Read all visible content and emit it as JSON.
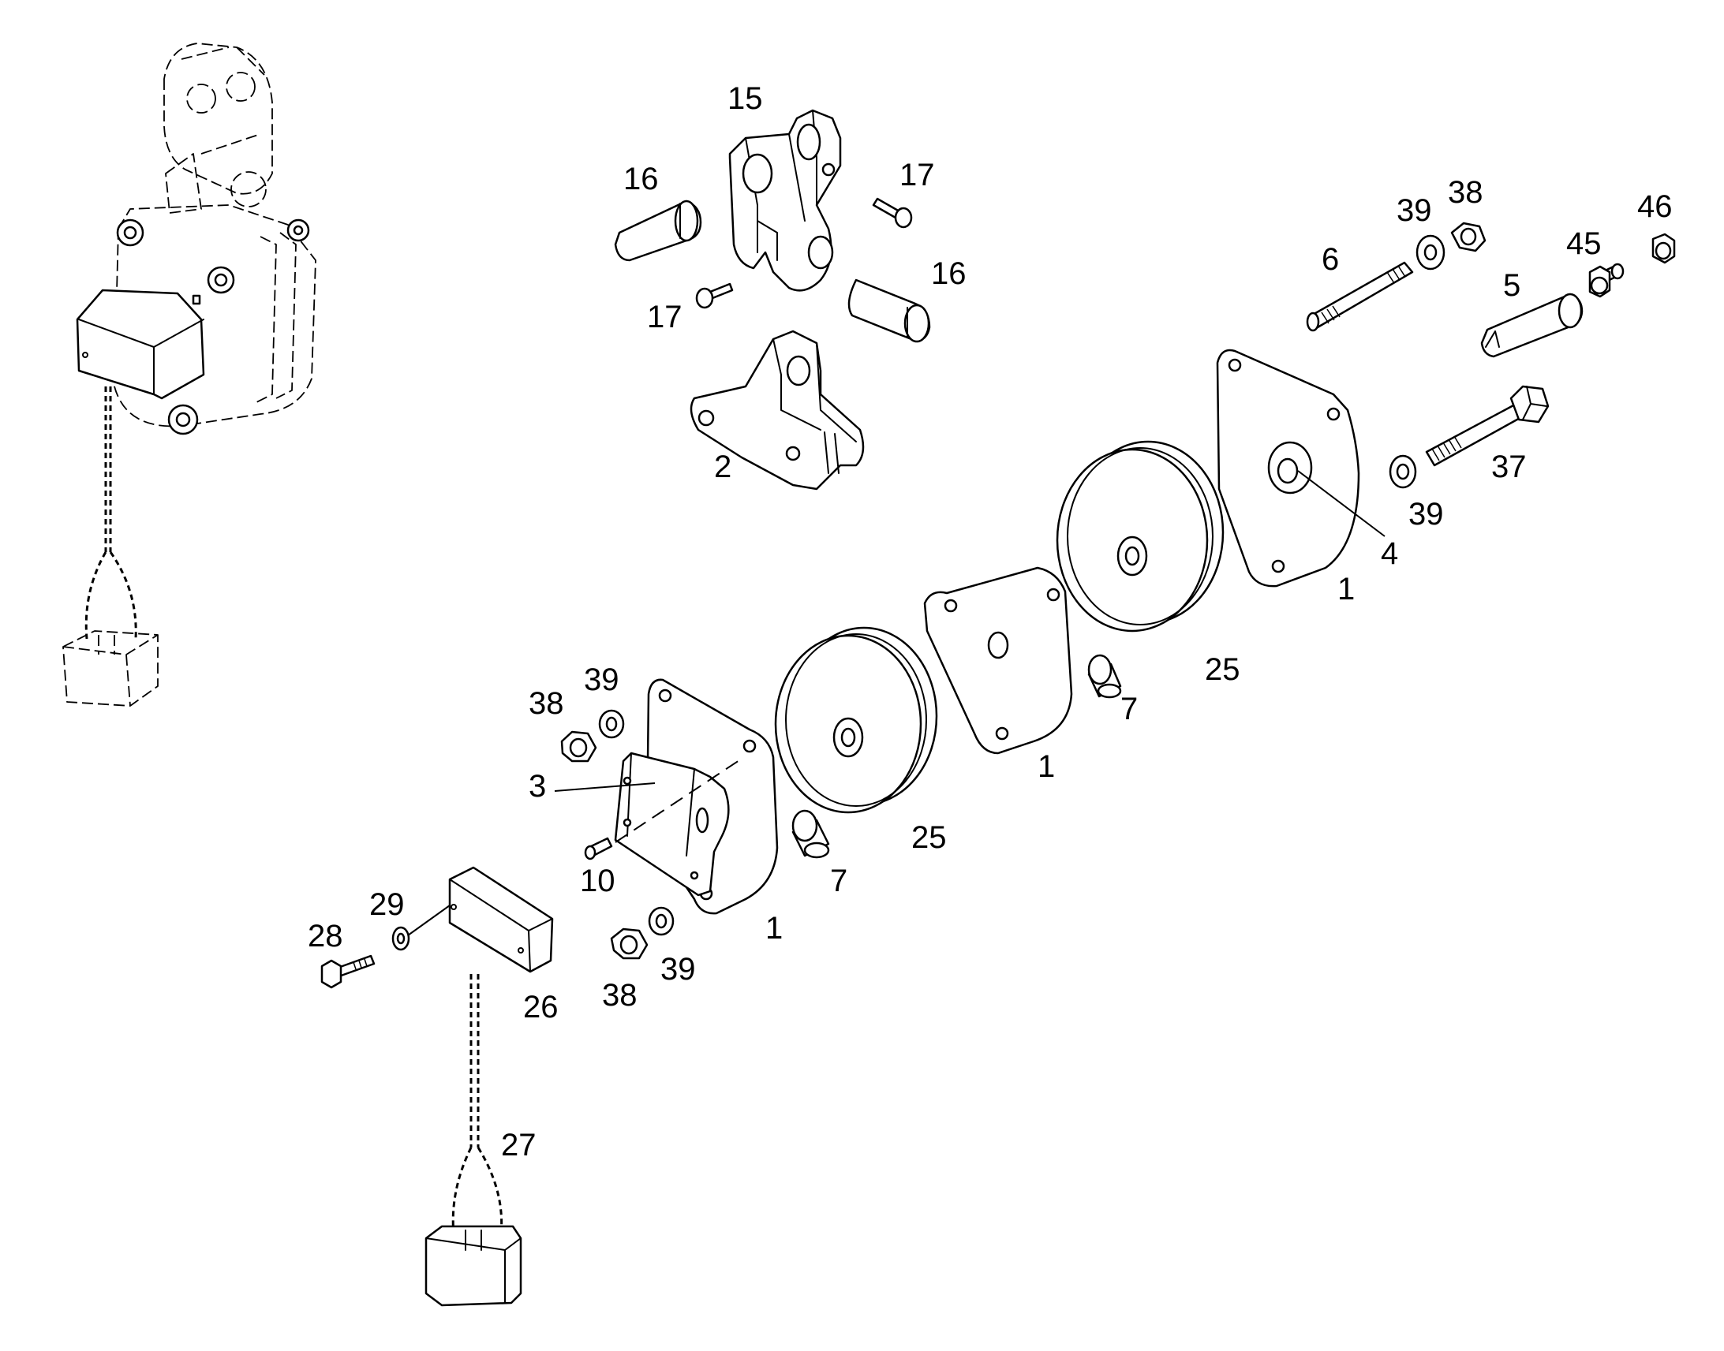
{
  "callouts": {
    "c15": "15",
    "c16a": "16",
    "c16b": "16",
    "c17a": "17",
    "c17b": "17",
    "c2": "2",
    "c6": "6",
    "c39a": "39",
    "c38a": "38",
    "c46": "46",
    "c45": "45",
    "c5": "5",
    "c37": "37",
    "c39b": "39",
    "c4": "4",
    "c1a": "1",
    "c25a": "25",
    "c7a": "7",
    "c1b": "1",
    "c25b": "25",
    "c7b": "7",
    "c1c": "1",
    "c38b": "38",
    "c39c": "39",
    "c3": "3",
    "c10": "10",
    "c38c": "38",
    "c39d": "39",
    "c28": "28",
    "c29": "29",
    "c26": "26",
    "c27": "27"
  },
  "icons": {
    "assembled-hoist": "assembled-hoist-icon",
    "side-plate": "side-plate-icon",
    "sheave": "sheave-icon",
    "chain-with-weight": "chain-weight-icon",
    "nut": "nut-icon",
    "washer": "washer-icon",
    "bolt": "bolt-icon",
    "pin": "pin-icon",
    "spacer": "spacer-icon"
  },
  "colors": {
    "line": "#000000",
    "background": "#ffffff"
  }
}
